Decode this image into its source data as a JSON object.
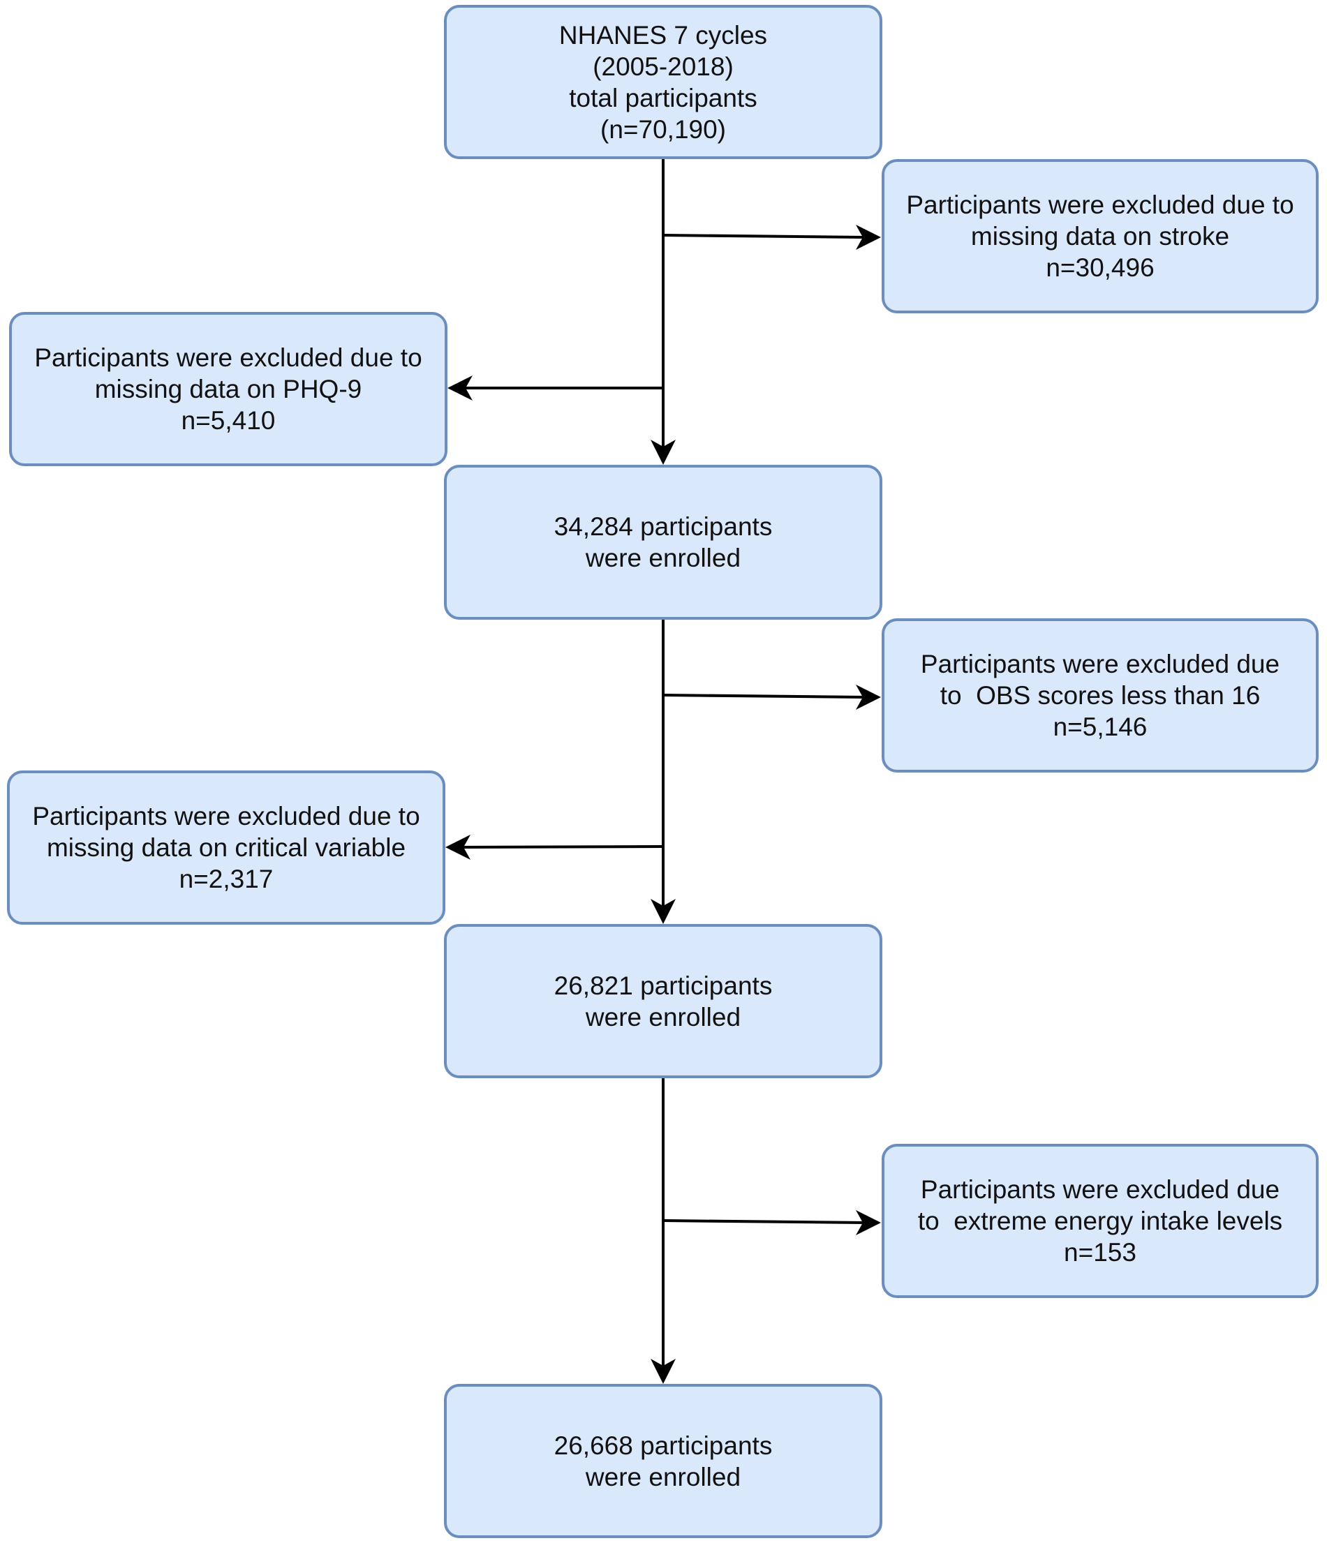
{
  "colors": {
    "box_fill": "#dae8fc",
    "box_border": "#6c8ebf",
    "arrow": "#000000",
    "text": "#111111"
  },
  "boxes": {
    "start": {
      "lines": [
        "NHANES 7 cycles",
        "(2005-2018)",
        "total participants",
        "(n=70,190)"
      ]
    },
    "excl_stroke": {
      "lines": [
        "Participants were excluded due to",
        "missing data on stroke",
        "n=30,496"
      ]
    },
    "excl_phq9": {
      "lines": [
        "Participants were excluded due to",
        "missing data on PHQ-9",
        "n=5,410"
      ]
    },
    "enrolled_1": {
      "lines": [
        "34,284 participants",
        "were enrolled"
      ]
    },
    "excl_obs": {
      "lines": [
        "Participants were excluded due",
        "to  OBS scores less than 16",
        "n=5,146"
      ]
    },
    "excl_critical": {
      "lines": [
        "Participants were excluded due to",
        "missing data on critical variable",
        "n=2,317"
      ]
    },
    "enrolled_2": {
      "lines": [
        "26,821 participants",
        "were enrolled"
      ]
    },
    "excl_energy": {
      "lines": [
        "Participants were excluded due",
        "to  extreme energy intake levels",
        "n=153"
      ]
    },
    "enrolled_3": {
      "lines": [
        "26,668 participants",
        "were enrolled"
      ]
    }
  }
}
